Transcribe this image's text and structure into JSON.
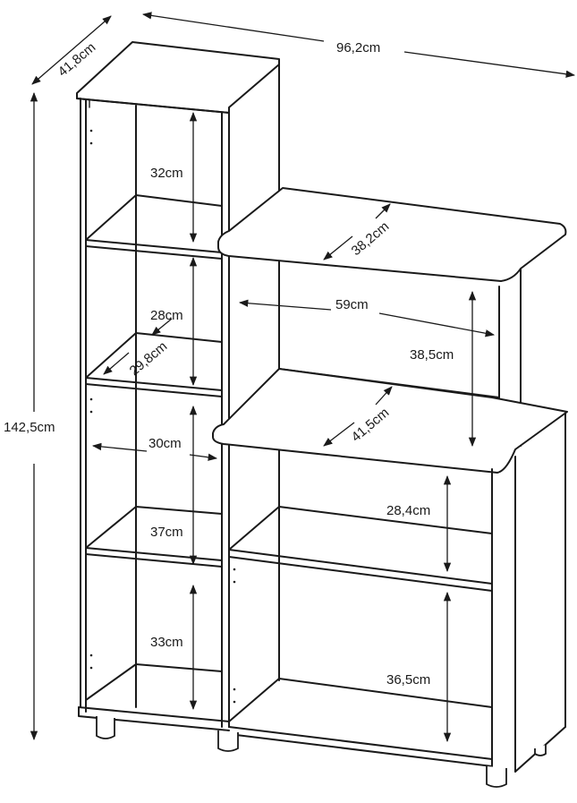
{
  "diagram": {
    "dimensions": {
      "depth_total": "41,8cm",
      "width_total": "96,2cm",
      "height_total": "142,5cm",
      "left_shelf_1": "32cm",
      "left_shelf_2": "28cm",
      "left_depth": "29,8cm",
      "left_width": "30cm",
      "left_shelf_3": "37cm",
      "left_shelf_4": "33cm",
      "right_top_depth": "38,2cm",
      "right_width": "59cm",
      "right_upper_height": "38,5cm",
      "right_mid_depth": "41,5cm",
      "right_shelf_1": "28,4cm",
      "right_shelf_2": "36,5cm"
    }
  }
}
